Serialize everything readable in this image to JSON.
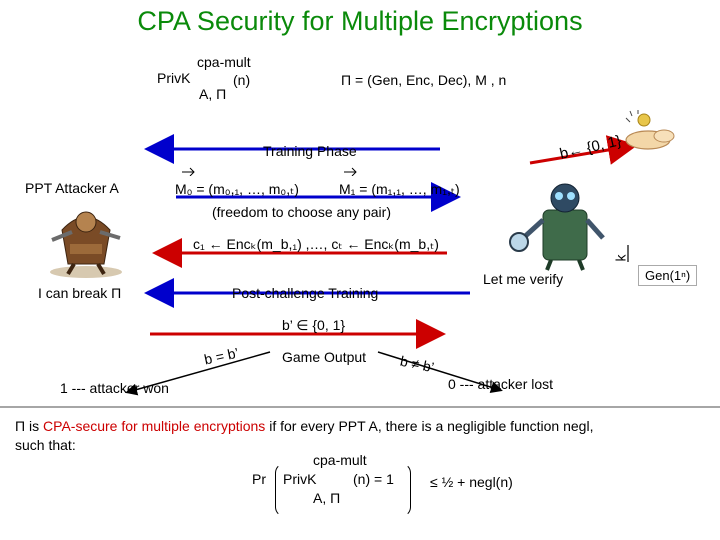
{
  "title": "CPA Security for Multiple Encryptions",
  "expr": {
    "sup": "cpa-mult",
    "base": "PrivK",
    "sub": "A, Π",
    "arg": "(n)"
  },
  "scheme": "Π = (Gen, Enc, Dec),  M , n",
  "training_phase": "Training Phase",
  "b_choice": "b← {0, 1}",
  "attacker_label": "PPT Attacker A",
  "messages": {
    "m0": "M₀ = (m₀,₁, …, m₀,ₜ)",
    "m1": "M₁ = (m₁,₁, …, m₁,ₜ)",
    "freedom": "(freedom to choose any pair)"
  },
  "ciphertexts": "c₁ ← Encₖ(m_b,₁) ,…, cₜ ← Encₖ(m_b,ₜ)",
  "k_label": "k",
  "gen_label": "Gen(1ⁿ)",
  "let_me_verify": "Let me verify",
  "i_can_break": "I can break Π",
  "post_challenge": "Post-challenge Training",
  "b_prime": "b’ ∈ {0, 1}",
  "b_eq": "b = b’",
  "game_output": "Game Output",
  "b_neq": "b ≠ b’",
  "attacker_won": "1 --- attacker won",
  "attacker_lost": "0 --- attacker lost",
  "def": {
    "pi": "Π",
    "is": "is",
    "cpa_secure": "CPA-secure for multiple encryptions",
    "rest": "if for every PPT A, there is a negligible function negl,",
    "line2": "such that:"
  },
  "prob": {
    "pr": "Pr",
    "sup": "cpa-mult",
    "base": "PrivK",
    "arg": "(n)  = 1",
    "sub": "A, Π",
    "bound": "≤  ½ + negl(n)"
  },
  "colors": {
    "title": "#0a8a0a",
    "blue_arrow": "#0000cc",
    "red_arrow": "#cc0000",
    "definition_highlight": "#cc0000"
  },
  "icons": [
    "attacker-warrior-image",
    "challenger-robot-image",
    "coin-flip-hand-image"
  ]
}
